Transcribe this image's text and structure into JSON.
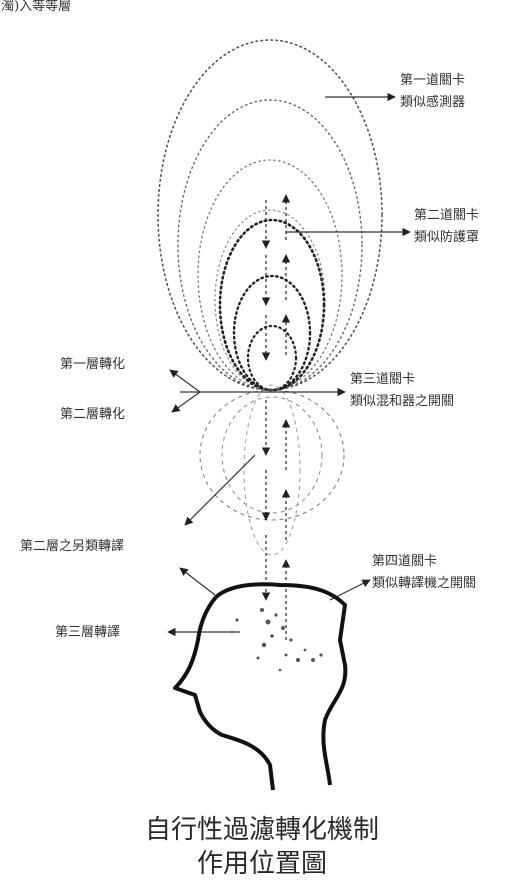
{
  "top_partial_text": "(濁)入等等層",
  "labels": {
    "gate1_line1": "第一道關卡",
    "gate1_line2": "類似感測器",
    "gate2_line1": "第二道關卡",
    "gate2_line2": "類似防護罩",
    "layer1_transform": "第一層轉化",
    "layer2_transform": "第二層轉化",
    "gate3_line1": "第三道關卡",
    "gate3_line2": "類似混和器之開關",
    "layer2_alt_translation": "第二層之另類轉譯",
    "gate4_line1": "第四道關卡",
    "gate4_line2": "類似轉譯機之開關",
    "layer3_translation": "第三層轉譯"
  },
  "caption": {
    "line1": "自行性過濾轉化機制",
    "line2": "作用位置圖"
  }
}
